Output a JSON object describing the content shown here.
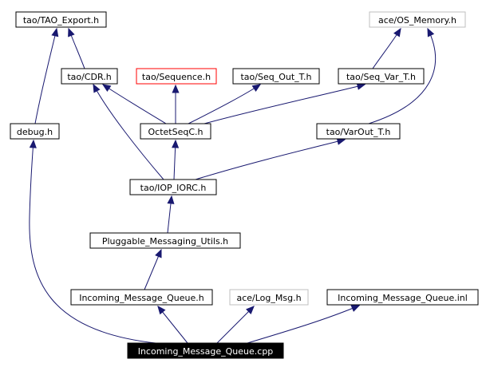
{
  "colors": {
    "edge": "#191970",
    "node_border": "#000000",
    "node_border_external": "#bfbfbf",
    "node_border_highlight": "#ff0000",
    "root_fill": "#000000",
    "root_text": "#ffffff",
    "text": "#000000"
  },
  "nodes": {
    "tao_export": "tao/TAO_Export.h",
    "os_memory": "ace/OS_Memory.h",
    "cdr": "tao/CDR.h",
    "sequence": "tao/Sequence.h",
    "seq_out": "tao/Seq_Out_T.h",
    "seq_var": "tao/Seq_Var_T.h",
    "debug": "debug.h",
    "octetseq": "OctetSeqC.h",
    "varout": "tao/VarOut_T.h",
    "iop_iorc": "tao/IOP_IORC.h",
    "pluggable": "Pluggable_Messaging_Utils.h",
    "imq_h": "Incoming_Message_Queue.h",
    "log_msg": "ace/Log_Msg.h",
    "imq_inl": "Incoming_Message_Queue.inl",
    "imq_cpp": "Incoming_Message_Queue.cpp"
  }
}
